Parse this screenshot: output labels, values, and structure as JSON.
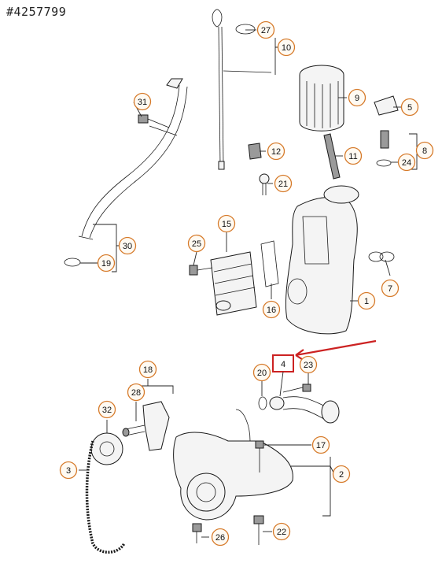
{
  "header": {
    "part_id": "#4257799"
  },
  "highlight": {
    "label_text": "4",
    "color": "#cc2222"
  },
  "callouts": [
    {
      "text": "27"
    },
    {
      "text": "10"
    },
    {
      "text": "31"
    },
    {
      "text": "9"
    },
    {
      "text": "5"
    },
    {
      "text": "12"
    },
    {
      "text": "11"
    },
    {
      "text": "8"
    },
    {
      "text": "24"
    },
    {
      "text": "21"
    },
    {
      "text": "15"
    },
    {
      "text": "25"
    },
    {
      "text": "30"
    },
    {
      "text": "19"
    },
    {
      "text": "7"
    },
    {
      "text": "16"
    },
    {
      "text": "1"
    },
    {
      "text": "18"
    },
    {
      "text": "20"
    },
    {
      "text": "23"
    },
    {
      "text": "28"
    },
    {
      "text": "32"
    },
    {
      "text": "17"
    },
    {
      "text": "3"
    },
    {
      "text": "2"
    },
    {
      "text": "22"
    },
    {
      "text": "26"
    }
  ]
}
